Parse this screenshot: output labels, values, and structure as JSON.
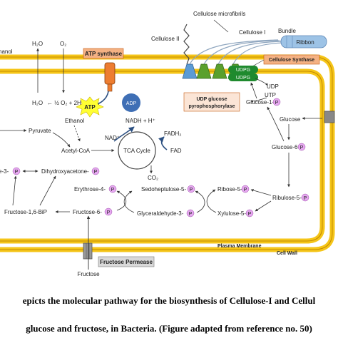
{
  "labels": {
    "ethanol_left": "hanol",
    "h2o_top": "H₂O",
    "o2_top": "O₂",
    "h2o_reaction": "H₂O",
    "half_o2_reaction": "← ½ O₂ + 2H⁺",
    "atp_synthase": "ATP synthase",
    "atp": "ATP",
    "adp": "ADP",
    "cellulose_ii": "Cellulose II",
    "cellulose_microfibrils": "Cellulose microfibrils",
    "cellulose_i": "Cellulose I",
    "bundle": "Bundle",
    "ribbon": "Ribbon",
    "cellulose_synthase": "Cellulose Synthase",
    "udpg_1": "UDPG",
    "udpg_2": "UDPG",
    "udp": "UDP",
    "utp": "UTP",
    "udp_glucose_pyrophosphorylase": "UDP glucose pyrophosphorylase",
    "glucose_1": "Glucose-1-",
    "glucose": "Glucose",
    "glucose_6": "Glucose-6-",
    "ethanol": "Ethanol",
    "pyruvate": "Pyruvate",
    "acetyl_coa": "Acetyl-CoA",
    "nadh": "NADH + H⁺",
    "nad": "NAD⁺",
    "fadh2": "FADH₂",
    "fad": "FAD",
    "tca_cycle": "TCA Cycle",
    "co2": "CO₂",
    "glyceraldehyde_3_left": "e-3-",
    "dihydroxyacetone": "Dihydroxyacetone-",
    "fructose_16_bip": "Fructose-1,6-BiP",
    "erythrose_4": "Erythrose-4-",
    "sedoheptulose_5": "Sedoheptulose-5-",
    "fructose_6": "Fructose-6-",
    "glyceraldehyde_3": "Glyceraldehyde-3-",
    "ribose_5": "Ribose-5-",
    "ribulose_5": "Ribulose-5-",
    "xylulose_5": "Xylulose-5-",
    "phosphate": "P",
    "plasma_membrane": "Plasma Membrane",
    "cell_wall": "Cell Wall",
    "fructose_permease": "Fructose Permease",
    "fructose": "Fructose"
  },
  "caption": {
    "line1": "epicts the molecular pathway for the biosynthesis of Cellulose-I and Cellul",
    "line2": "glucose and fructose, in Bacteria. (Figure adapted from reference no. 50)"
  },
  "colors": {
    "membrane": "#f5c518",
    "membrane_outline": "#c48a00",
    "atp_synthase_box": "#f4b183",
    "cellulose_synthase_box": "#f4b183",
    "udp_glucose_box": "#fbe5d6",
    "fructose_permease_box": "#d9d9d9",
    "phosphate_circle": "#e6a8f0",
    "adp_circle": "#3f6fb5",
    "atp_star": "#ffff33",
    "synthase_green": "#5aa02c",
    "udpg_green": "#1f8a2e",
    "ribbon": "#9dc3e6",
    "channel_blue": "#5b9bd5"
  },
  "icons": [
    "atp-synthase-icon",
    "cellulose-synthase-icon",
    "fructose-permease-icon",
    "phosphate-icon",
    "atp-star-icon",
    "adp-icon"
  ]
}
